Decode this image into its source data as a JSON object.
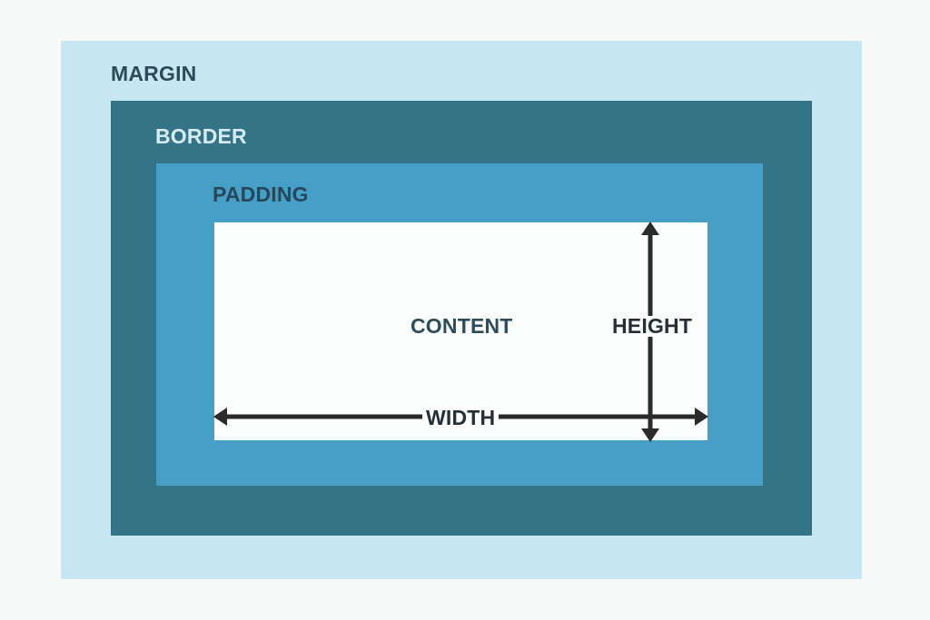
{
  "diagram": {
    "layers": {
      "margin": {
        "label": "MARGIN",
        "color": "#c7e8f2"
      },
      "border": {
        "label": "BORDER",
        "color": "#357387"
      },
      "padding": {
        "label": "PADDING",
        "color": "#469fc7"
      },
      "content": {
        "label": "CONTENT",
        "color": "#fcfdfd"
      }
    },
    "dimensions": {
      "height_label": "HEIGHT",
      "width_label": "WIDTH"
    },
    "arrow_color": "#2b2b2b"
  }
}
